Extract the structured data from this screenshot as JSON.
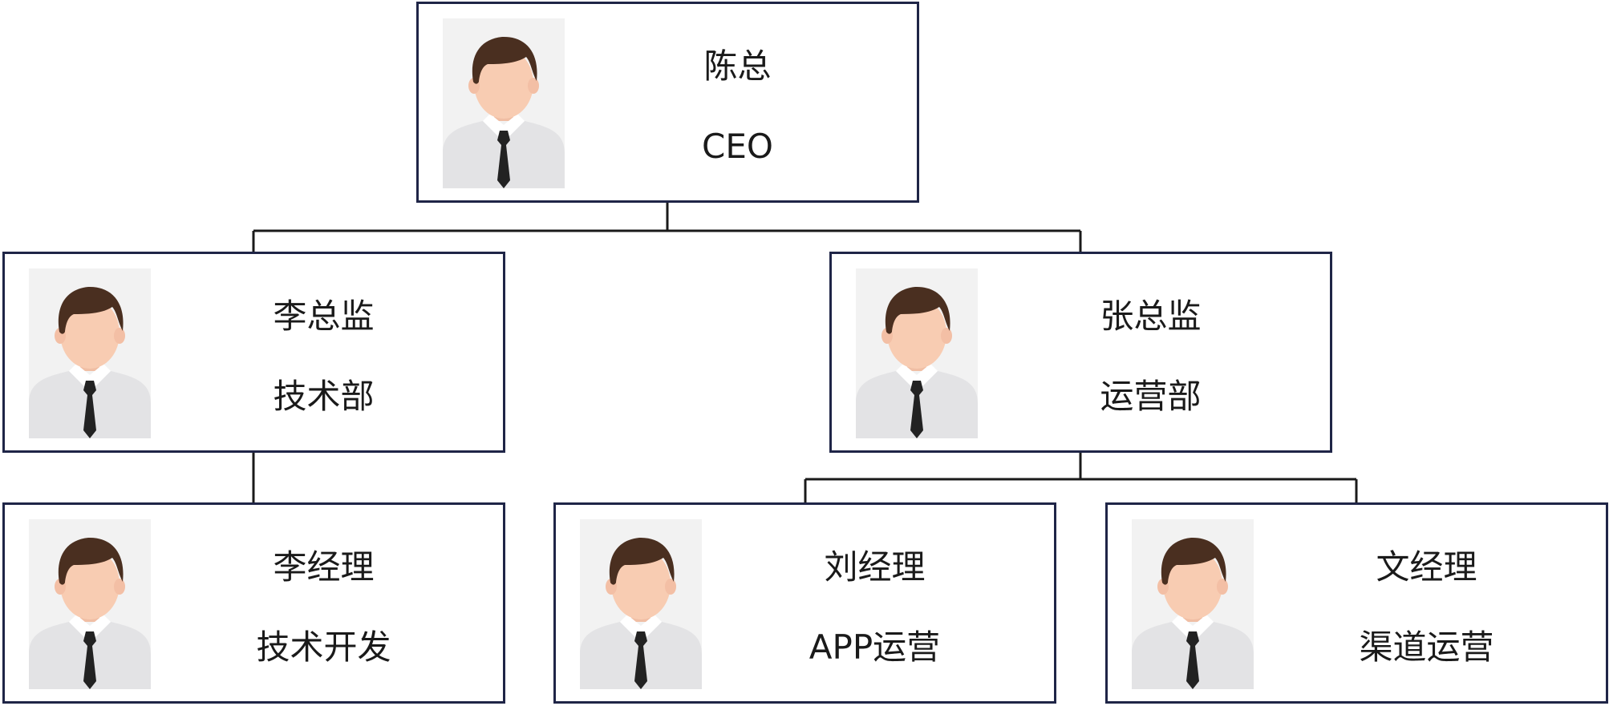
{
  "nodes": [
    {
      "id": "ceo",
      "name": "陈总",
      "title": "CEO"
    },
    {
      "id": "tech-director",
      "name": "李总监",
      "title": "技术部"
    },
    {
      "id": "ops-director",
      "name": "张总监",
      "title": "运营部"
    },
    {
      "id": "tech-manager",
      "name": "李经理",
      "title": "技术开发"
    },
    {
      "id": "app-manager",
      "name": "刘经理",
      "title": "APP运营"
    },
    {
      "id": "channel-manager",
      "name": "文经理",
      "title": "渠道运营"
    }
  ],
  "colors": {
    "border": "#1f2547",
    "connector": "#1a1a1a",
    "text": "#1a1a1a",
    "avatar_bg": "#f2f2f2",
    "hair": "#4a2f20",
    "skin": "#f8ccb2",
    "shirt": "#e3e3e5",
    "tie": "#222222"
  },
  "icons": {
    "avatar": "person-avatar-icon"
  }
}
